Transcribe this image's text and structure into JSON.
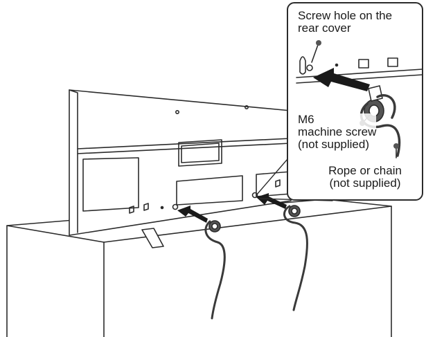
{
  "labels": {
    "screw_hole": [
      "Screw hole on the",
      "rear cover"
    ],
    "screw": [
      "M6",
      "machine screw",
      "(not supplied)"
    ],
    "rope": [
      "Rope or chain",
      "(not supplied)"
    ]
  },
  "colors": {
    "line": "#2b2b2b",
    "rope": "#3a3a3a",
    "marker": "#555555",
    "background": "#ffffff"
  }
}
